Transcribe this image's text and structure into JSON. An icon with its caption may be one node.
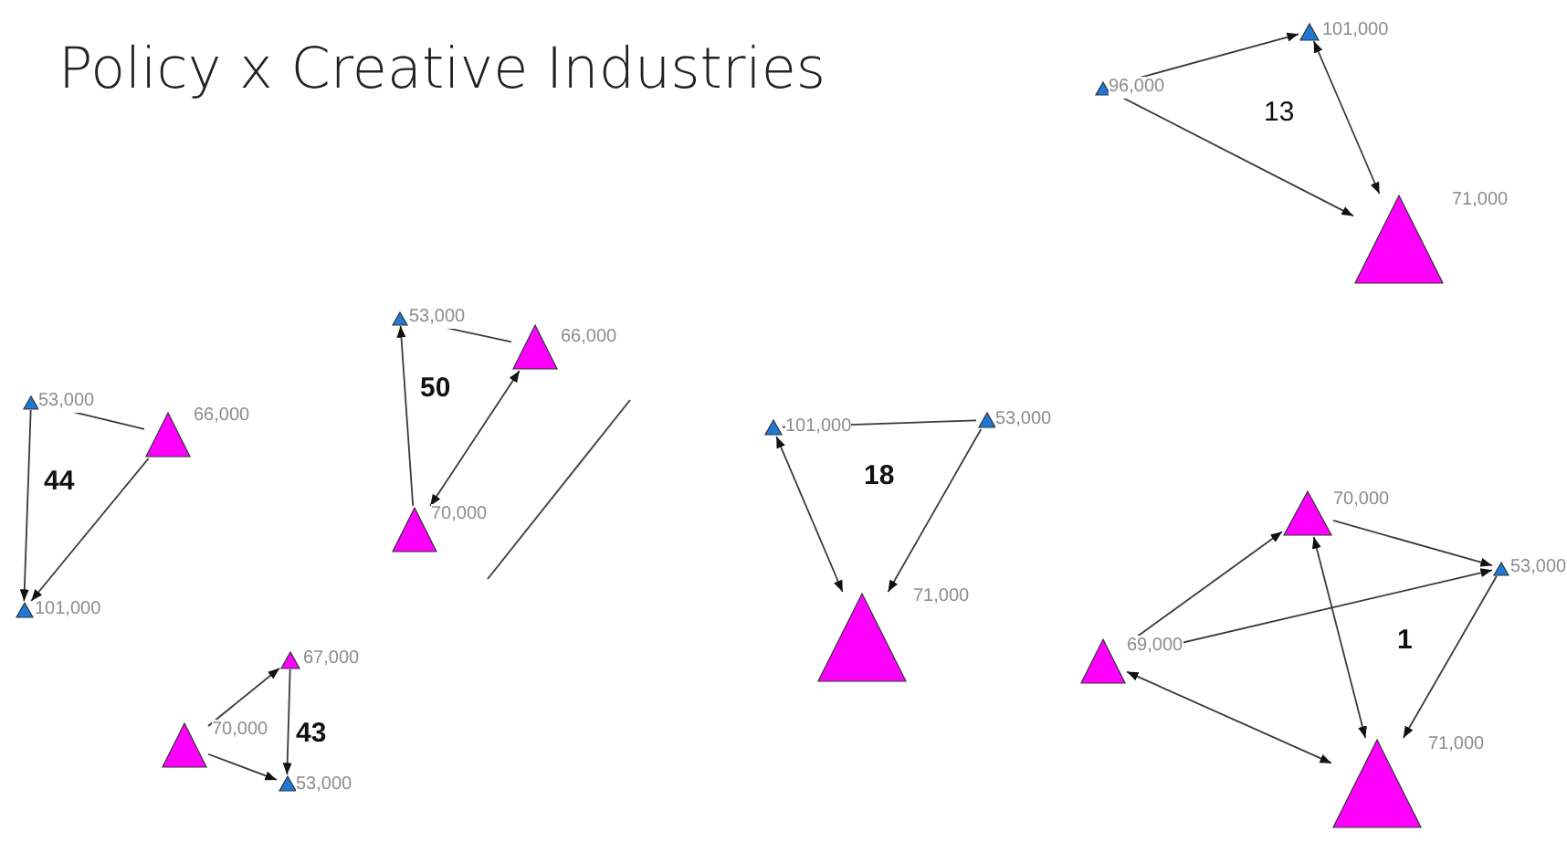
{
  "diagram": {
    "title": "Policy x Creative Industries",
    "nodes": [
      {
        "text": [],
        "shape": "triangle",
        "beside": [
          "96,000"
        ]
      },
      {
        "text": [],
        "shape": "triangle",
        "beside": [
          "101,000"
        ]
      },
      {
        "text": [],
        "shape": "triangle",
        "beside": [
          "71,000"
        ]
      },
      {
        "text": [],
        "shape": "triangle",
        "beside": [
          "53,000"
        ]
      },
      {
        "text": [],
        "shape": "triangle",
        "beside": [
          "66,000"
        ]
      },
      {
        "text": [],
        "shape": "triangle",
        "beside": [
          "101,000"
        ]
      },
      {
        "text": [],
        "shape": "triangle",
        "beside": [
          "53,000"
        ]
      },
      {
        "text": [],
        "shape": "triangle",
        "beside": [
          "66,000"
        ]
      },
      {
        "text": [],
        "shape": "triangle",
        "beside": [
          "70,000"
        ]
      },
      {
        "text": [],
        "shape": "triangle",
        "beside": [
          "67,000"
        ]
      },
      {
        "text": [],
        "shape": "triangle",
        "beside": [
          "70,000"
        ]
      },
      {
        "text": [],
        "shape": "triangle",
        "beside": [
          "53,000"
        ]
      },
      {
        "text": [],
        "shape": "triangle",
        "beside": [
          "101,000"
        ]
      },
      {
        "text": [],
        "shape": "triangle",
        "beside": [
          "53,000"
        ]
      },
      {
        "text": [],
        "shape": "triangle",
        "beside": [
          "71,000"
        ]
      },
      {
        "text": [],
        "shape": "triangle",
        "beside": [
          "70,000"
        ]
      },
      {
        "text": [],
        "shape": "triangle",
        "beside": [
          "53,000"
        ]
      },
      {
        "text": [],
        "shape": "triangle",
        "beside": [
          "69,000"
        ]
      },
      {
        "text": [],
        "shape": "triangle",
        "beside": [
          "71,000"
        ]
      }
    ],
    "edges": [
      {
        "from": 0,
        "to": 1,
        "arrow": "to"
      },
      {
        "from": 0,
        "to": 2,
        "arrow": "to"
      },
      {
        "from": 1,
        "to": 2,
        "arrow": "both"
      },
      {
        "from": 3,
        "to": 5,
        "arrow": "to"
      },
      {
        "from": 4,
        "to": 5,
        "arrow": "to"
      },
      {
        "from": 3,
        "to": 4,
        "arrow": "none"
      },
      {
        "from": 8,
        "to": 6,
        "arrow": "to"
      },
      {
        "from": 6,
        "to": 7,
        "arrow": "none"
      },
      {
        "from": 7,
        "to": 8,
        "arrow": "both"
      },
      {
        "from": 10,
        "to": 9,
        "arrow": "to"
      },
      {
        "from": 10,
        "to": 11,
        "arrow": "to"
      },
      {
        "from": 9,
        "to": 11,
        "arrow": "to"
      },
      {
        "from": 12,
        "to": 13,
        "arrow": "none"
      },
      {
        "from": 12,
        "to": 14,
        "arrow": "both"
      },
      {
        "from": 13,
        "to": 14,
        "arrow": "to"
      },
      {
        "from": 15,
        "to": 16,
        "arrow": "to"
      },
      {
        "from": 17,
        "to": 15,
        "arrow": "to"
      },
      {
        "from": 17,
        "to": 16,
        "arrow": "to"
      },
      {
        "from": 15,
        "to": 18,
        "arrow": "both"
      },
      {
        "from": 17,
        "to": 18,
        "arrow": "both"
      },
      {
        "from": 16,
        "to": 18,
        "arrow": "to"
      }
    ],
    "labels": [
      "13",
      "50",
      "44",
      "18",
      "1",
      "43"
    ]
  }
}
